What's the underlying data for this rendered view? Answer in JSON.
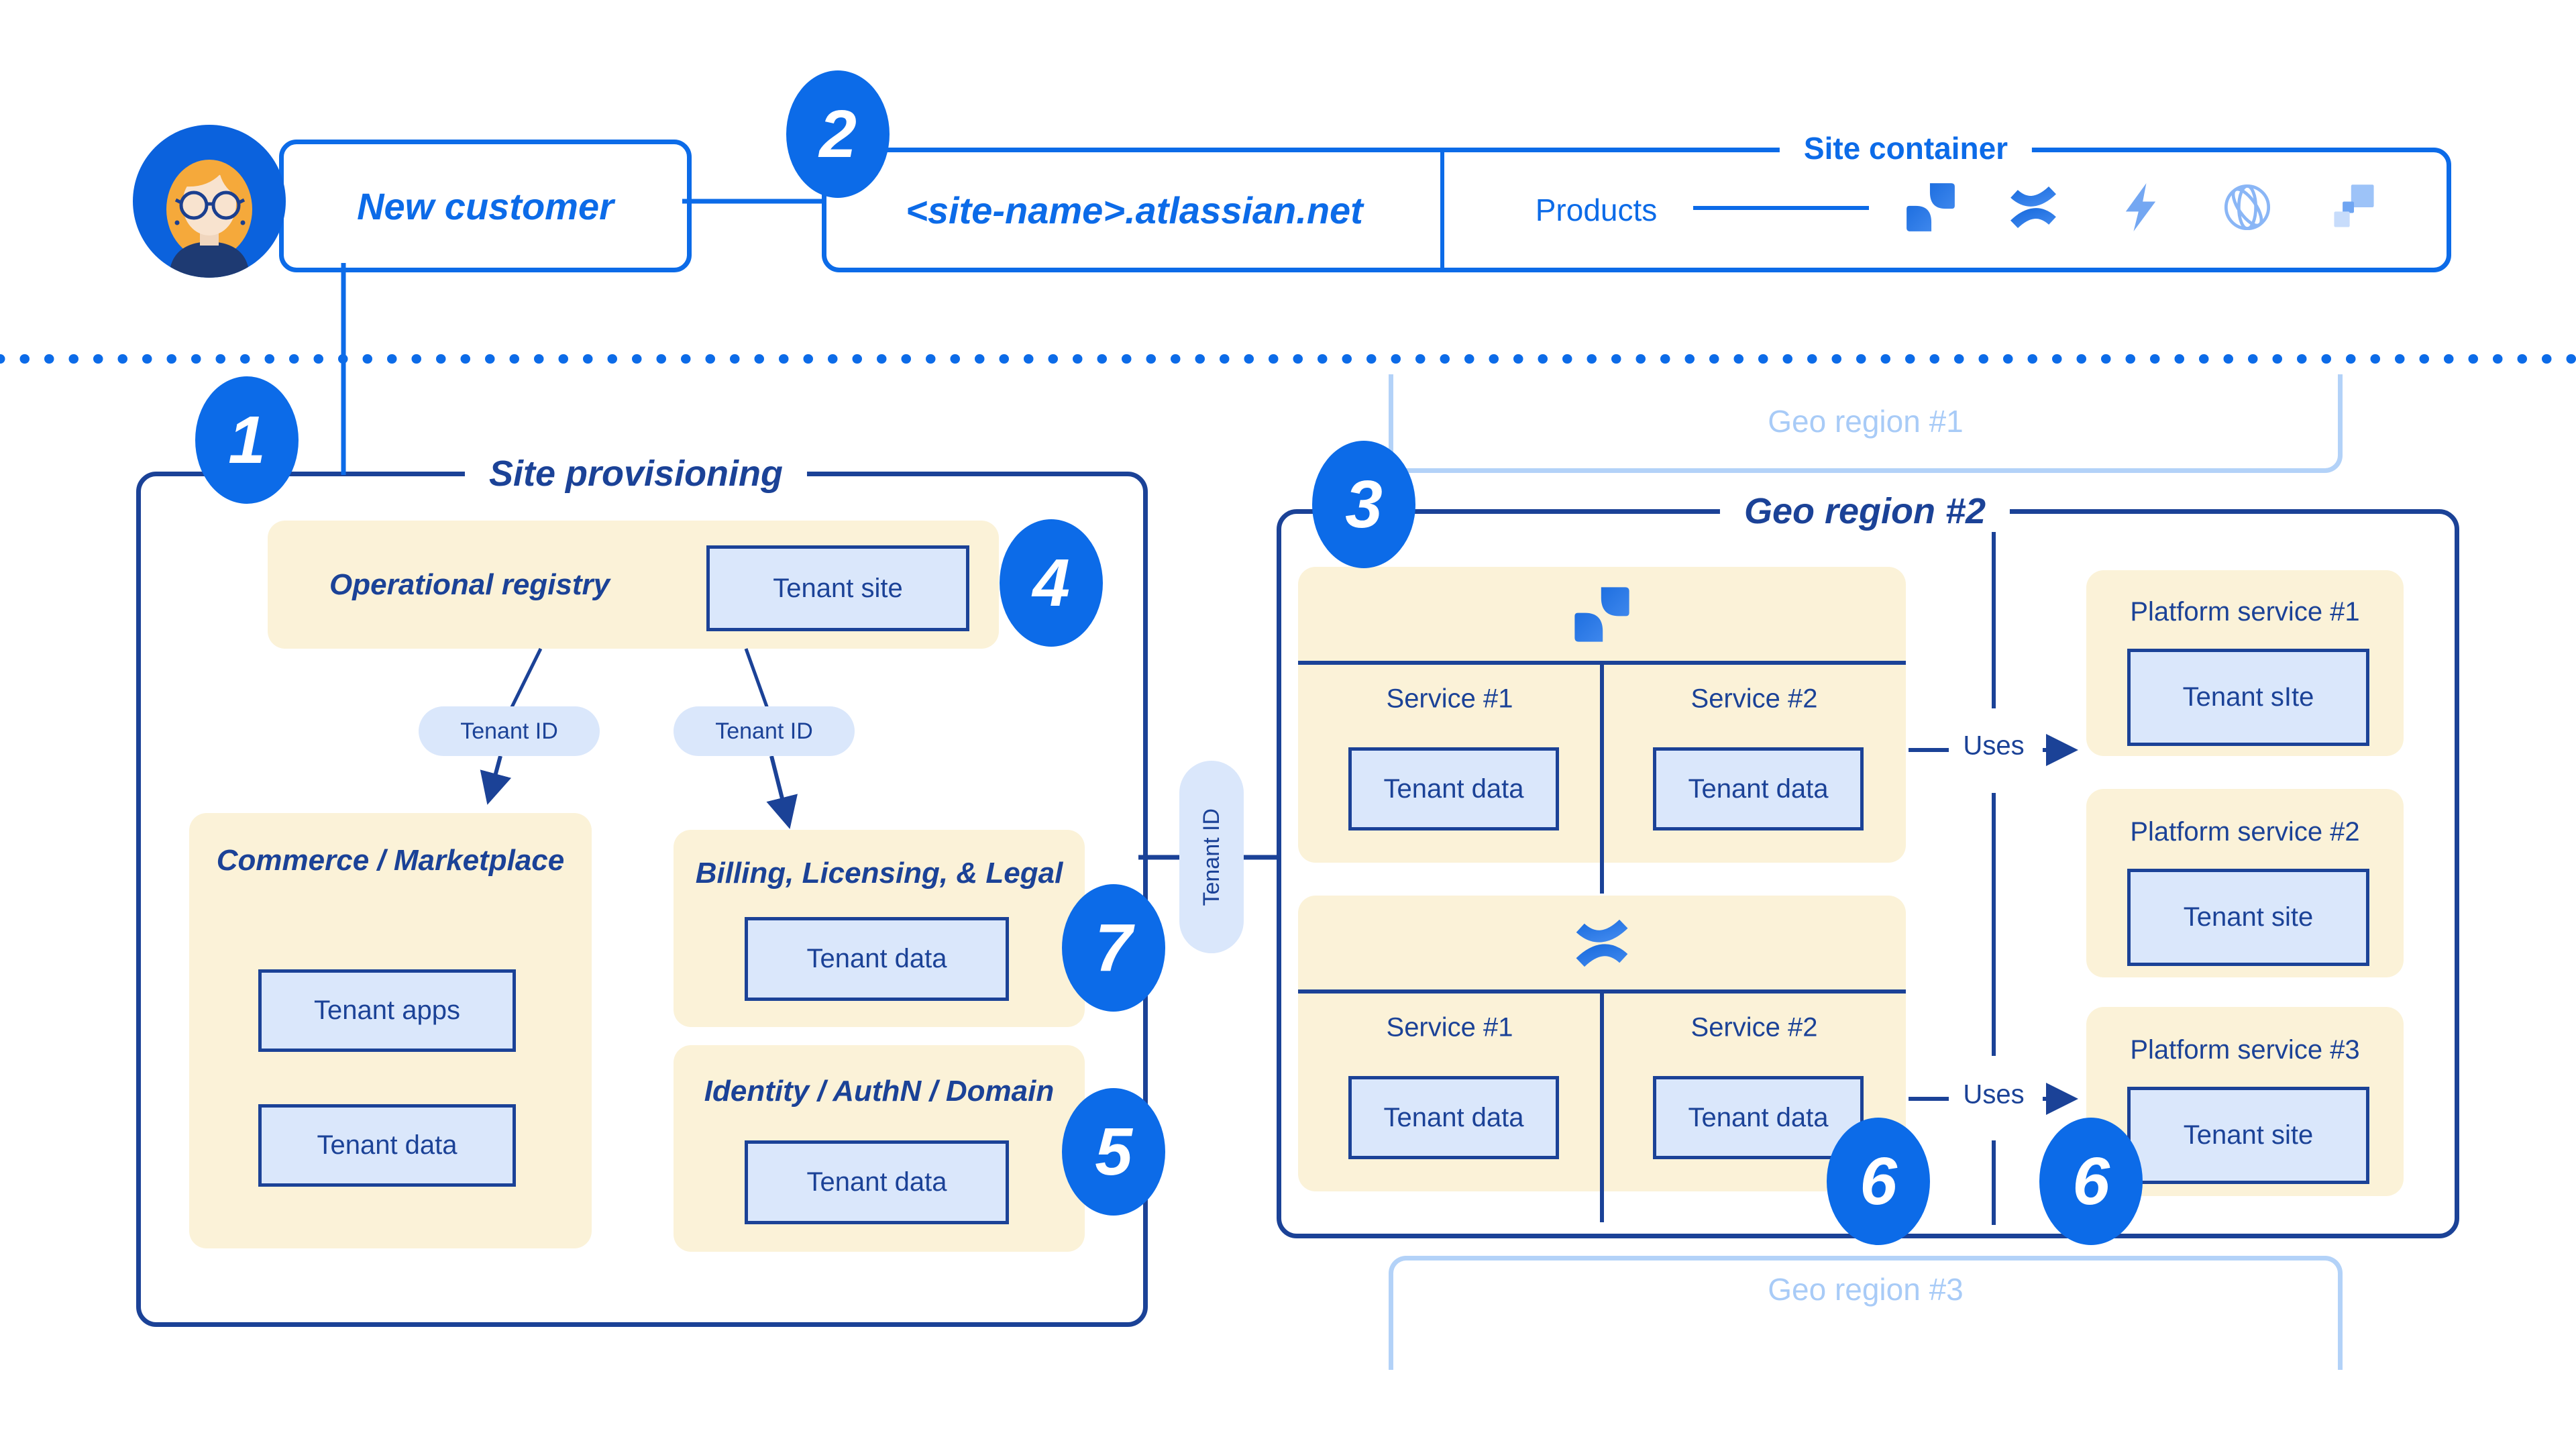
{
  "colors": {
    "accent_blue": "#0C6BE8",
    "navy": "#1B4297",
    "cream": "#FBF2D8",
    "light_blue_fill": "#DAE7FB",
    "faded_blue_border": "#B3D2F8",
    "faded_blue_text": "#A8CBF7"
  },
  "top": {
    "new_customer_label": "New customer",
    "badge_2": "2",
    "site_name": "<site-name>.atlassian.net",
    "site_container_label": "Site container",
    "products_label": "Products",
    "product_icons": [
      "jira",
      "confluence",
      "bolt",
      "globe",
      "squares"
    ]
  },
  "provisioning": {
    "badge_1": "1",
    "title": "Site provisioning",
    "operational_registry": {
      "title": "Operational registry",
      "tenant_site_label": "Tenant site",
      "badge_4": "4"
    },
    "tenant_id_pills": [
      "Tenant ID",
      "Tenant ID"
    ],
    "commerce": {
      "title": "Commerce / Marketplace",
      "tenant_apps_label": "Tenant apps",
      "tenant_data_label": "Tenant data"
    },
    "billing": {
      "title": "Billing, Licensing, & Legal",
      "tenant_data_label": "Tenant data",
      "badge_7": "7"
    },
    "identity": {
      "title": "Identity / AuthN / Domain",
      "tenant_data_label": "Tenant data",
      "badge_5": "5"
    },
    "tenant_id_connector_label": "Tenant ID"
  },
  "geo": {
    "region1_label": "Geo region #1",
    "region2": {
      "badge_3": "3",
      "title": "Geo region #2",
      "product_sections": [
        {
          "icon": "jira",
          "services": [
            {
              "label": "Service #1",
              "tenant_label": "Tenant data"
            },
            {
              "label": "Service #2",
              "tenant_label": "Tenant data"
            }
          ]
        },
        {
          "icon": "confluence",
          "services": [
            {
              "label": "Service #1",
              "tenant_label": "Tenant data"
            },
            {
              "label": "Service #2",
              "tenant_label": "Tenant data"
            }
          ],
          "badge_6": "6"
        }
      ],
      "uses_labels": [
        "Uses",
        "Uses"
      ],
      "badge_6": "6",
      "platform_services": [
        {
          "title": "Platform service #1",
          "tenant_label": "Tenant sIte"
        },
        {
          "title": "Platform service #2",
          "tenant_label": "Tenant site"
        },
        {
          "title": "Platform service #3",
          "tenant_label": "Tenant site"
        }
      ]
    },
    "region3_label": "Geo region #3"
  }
}
